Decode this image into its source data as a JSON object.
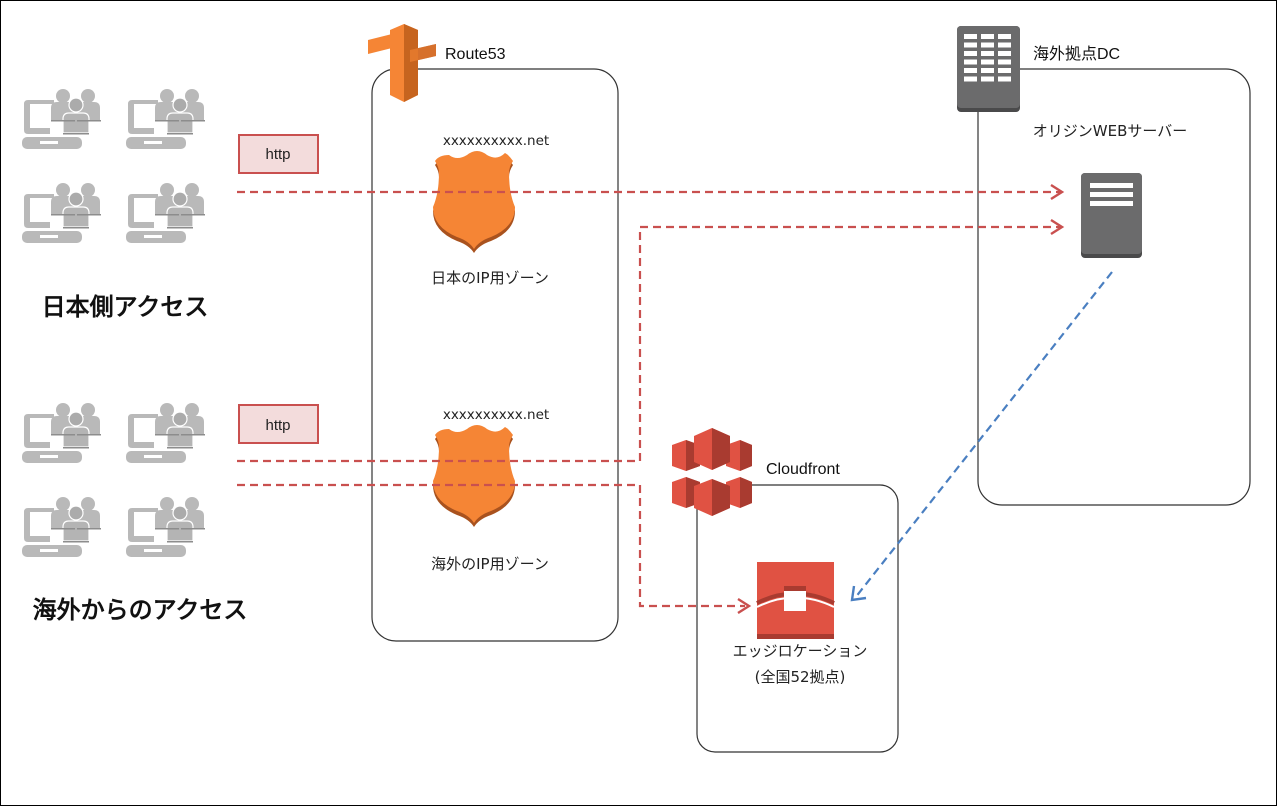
{
  "diagram": {
    "colors": {
      "red_arrow": "#c9504f",
      "blue_arrow": "#4a7fc1",
      "route53_orange": "#f58535",
      "cloudfront_red": "#e05243",
      "server_gray": "#6b6b6c",
      "client_gray": "#b7b7b7",
      "http_fill": "#f3dcdc",
      "http_border": "#c9504f"
    },
    "clients": {
      "japan": {
        "label": "日本側アクセス",
        "protocol": "http",
        "icon": "users-computers-icon"
      },
      "overseas": {
        "label": "海外からのアクセス",
        "protocol": "http",
        "icon": "users-computers-icon"
      }
    },
    "route53": {
      "title": "Route53",
      "icon": "signpost-icon",
      "zones": [
        {
          "domain": "xxxxxxxxxx.net",
          "label": "日本のIP用ゾーン",
          "icon": "shield-icon"
        },
        {
          "domain": "xxxxxxxxxx.net",
          "label": "海外のIP用ゾーン",
          "icon": "shield-icon"
        }
      ]
    },
    "datacenter": {
      "title": "海外拠点DC",
      "icon": "building-icon",
      "server_label": "オリジンWEBサーバー",
      "server_icon": "server-icon"
    },
    "cloudfront": {
      "title": "Cloudfront",
      "icon": "cubes-icon",
      "edge_label_line1": "エッジロケーション",
      "edge_label_line2": "(全国52拠点)",
      "edge_icon": "edge-location-icon"
    },
    "flows": [
      {
        "from": "japan-clients",
        "to": "origin-web-server",
        "style": "dashed-red"
      },
      {
        "from": "overseas-clients",
        "to": "origin-web-server",
        "style": "dashed-red"
      },
      {
        "from": "overseas-clients",
        "to": "edge-location",
        "style": "dashed-red"
      },
      {
        "from": "origin-web-server",
        "to": "edge-location",
        "style": "dashed-blue"
      }
    ]
  }
}
